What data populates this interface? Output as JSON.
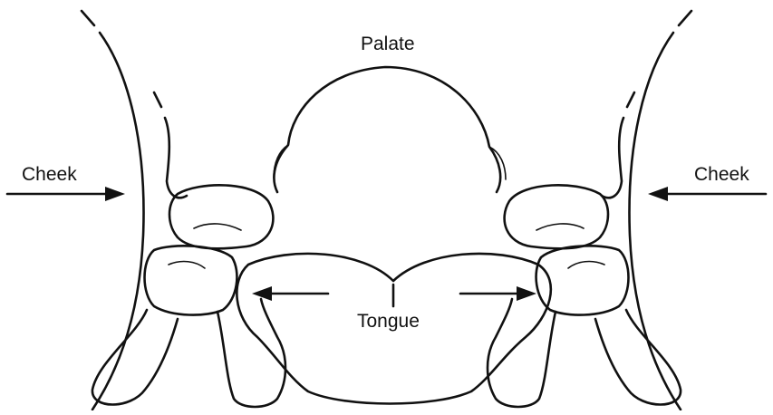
{
  "labels": {
    "palate": "Palate",
    "cheek_left": "Cheek",
    "cheek_right": "Cheek",
    "tongue": "Tongue"
  }
}
